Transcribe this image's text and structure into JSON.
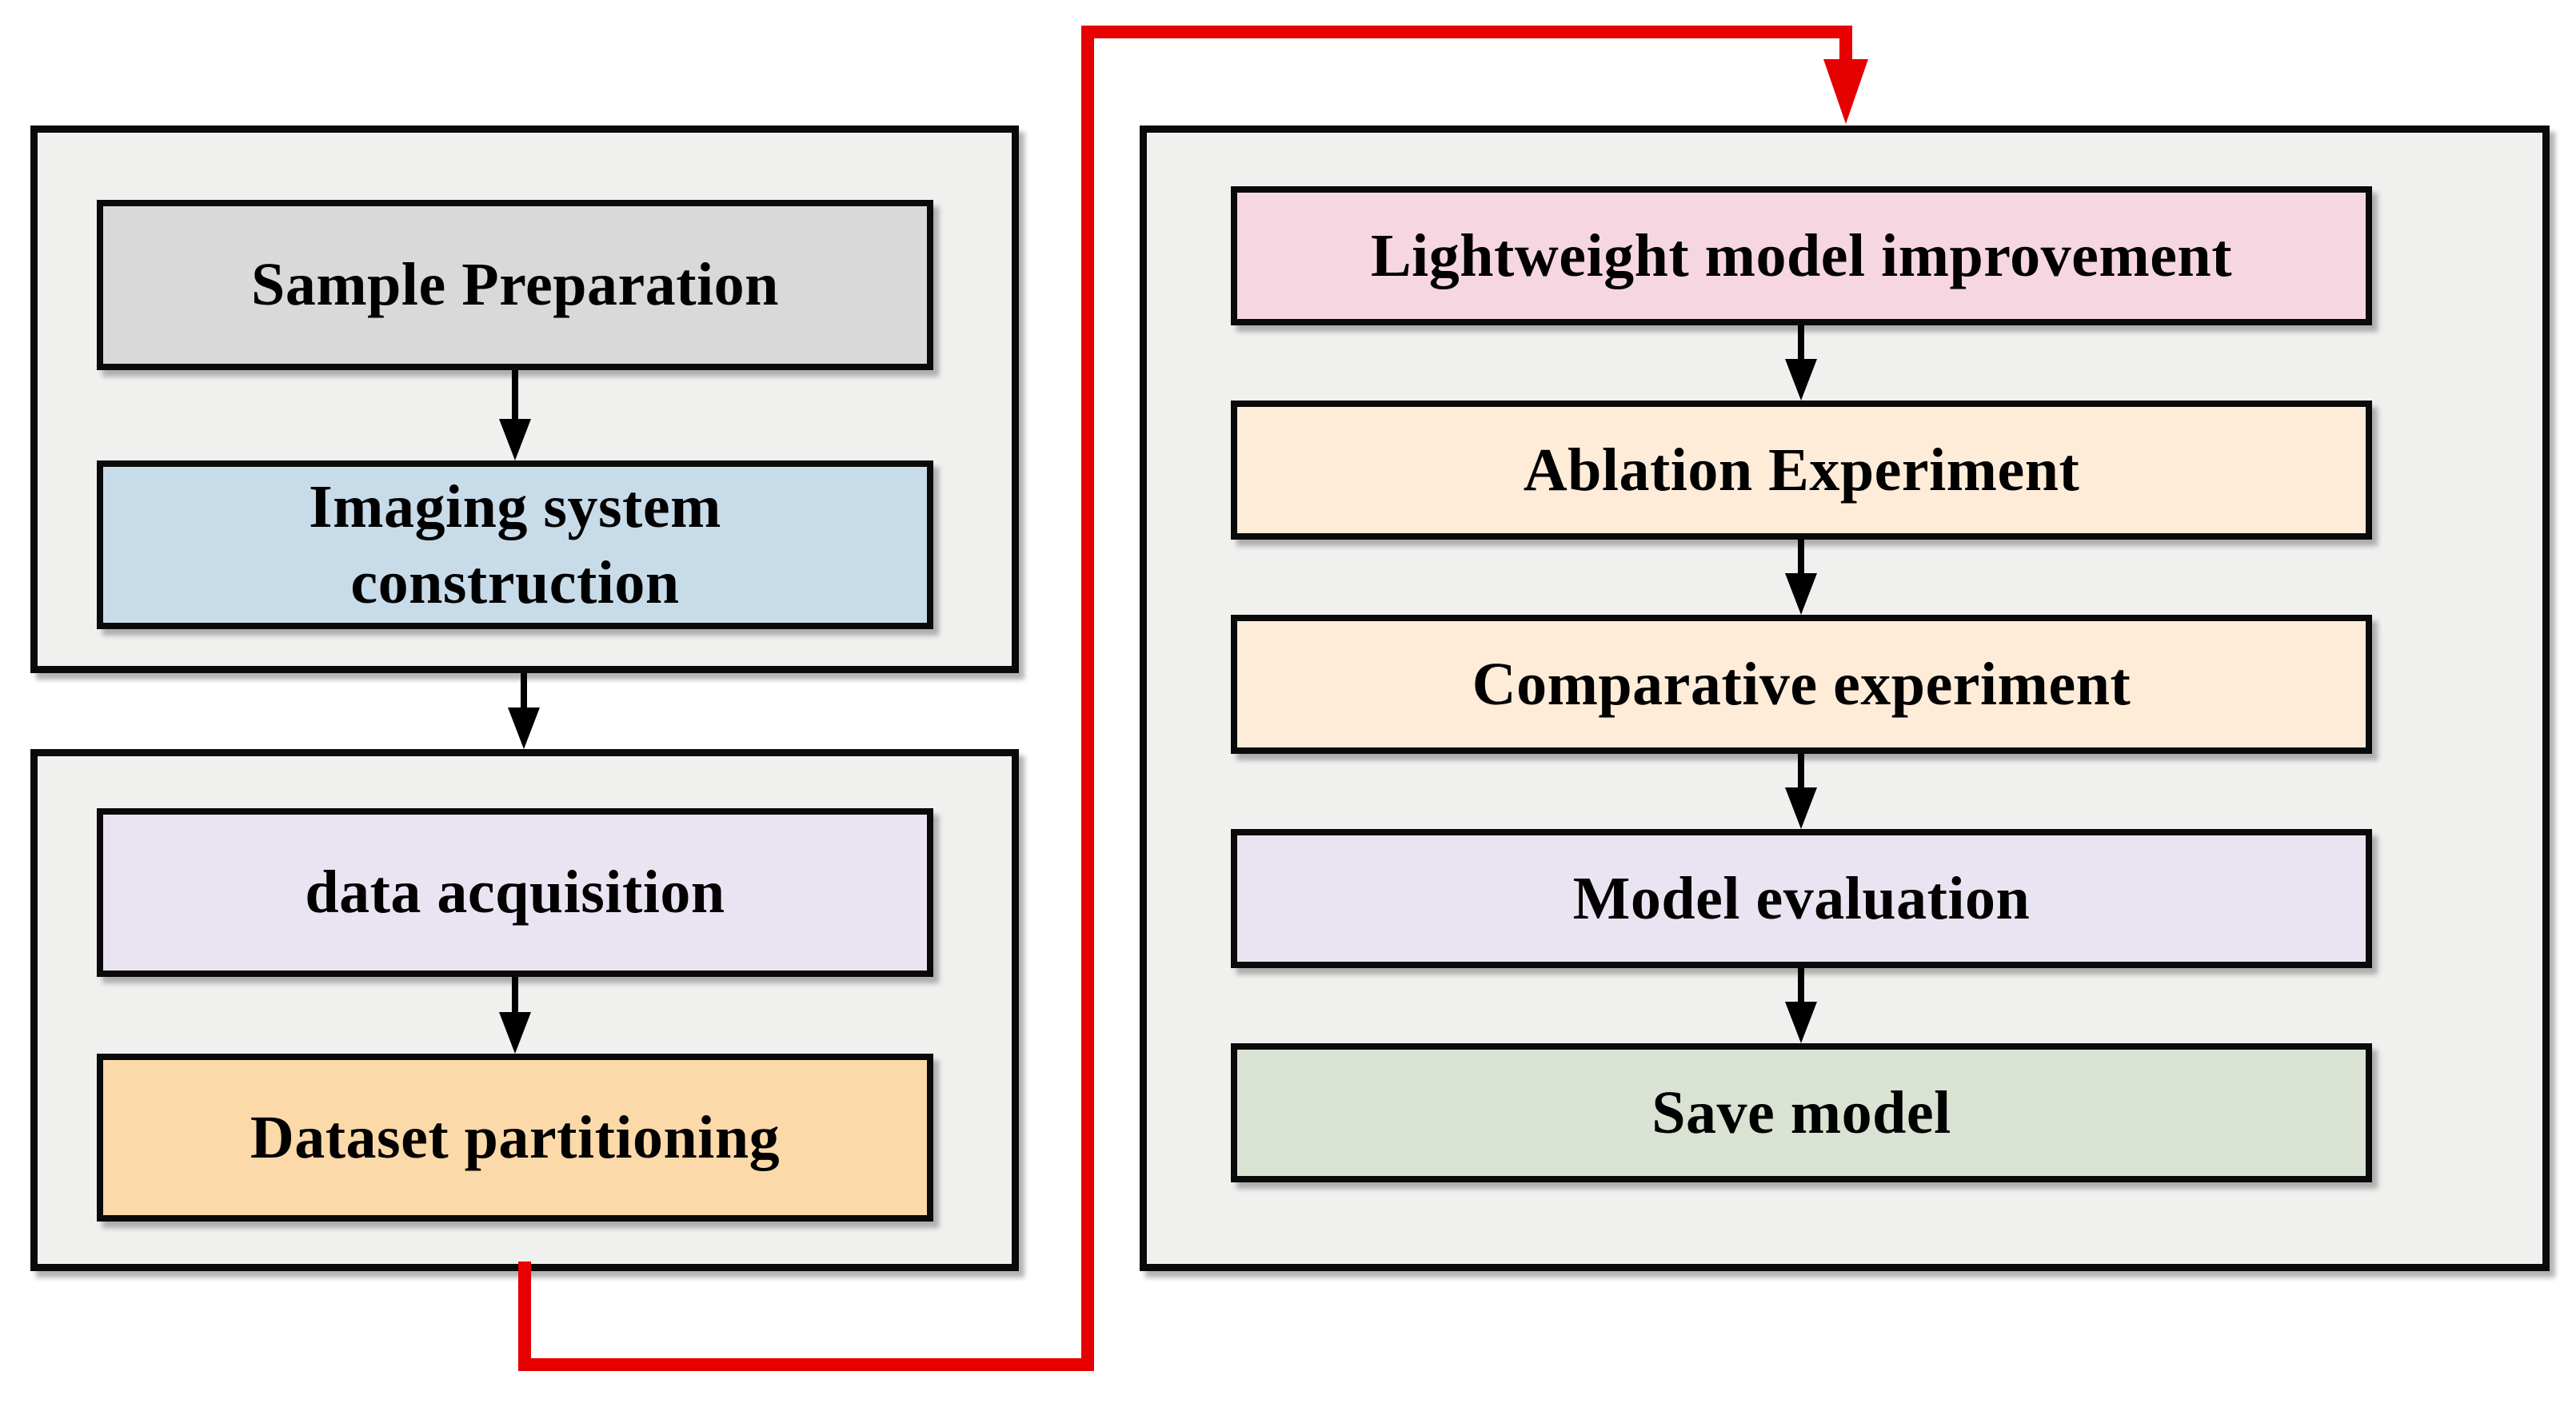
{
  "flowchart": {
    "background": "#ffffff",
    "panel_fill": "#f0f0ef",
    "panel_border_color": "#0a0a0a",
    "box_border_color": "#0a0a0a",
    "text_color": "#000000",
    "arrow_color": "#000000",
    "loop_arrow_color": "#e60000",
    "groups": [
      {
        "name": "sample-and-imaging-group",
        "boxes": [
          {
            "label": "Sample Preparation",
            "fill": "#d9d9d9"
          },
          {
            "label": "Imaging system construction",
            "fill": "#c8dbe9"
          }
        ]
      },
      {
        "name": "data-preparation-group",
        "boxes": [
          {
            "label": "data acquisition",
            "fill": "#eae4f2"
          },
          {
            "label": "Dataset partitioning",
            "fill": "#fcd9a8"
          }
        ]
      },
      {
        "name": "modeling-and-evaluation-group",
        "boxes": [
          {
            "label": "Lightweight model improvement",
            "fill": "#f6d6e1"
          },
          {
            "label": "Ablation Experiment",
            "fill": "#feecd9"
          },
          {
            "label": "Comparative experiment",
            "fill": "#feecd9"
          },
          {
            "label": "Model evaluation",
            "fill": "#eae4f2"
          },
          {
            "label": "Save model",
            "fill": "#dae2d3"
          }
        ]
      }
    ]
  }
}
